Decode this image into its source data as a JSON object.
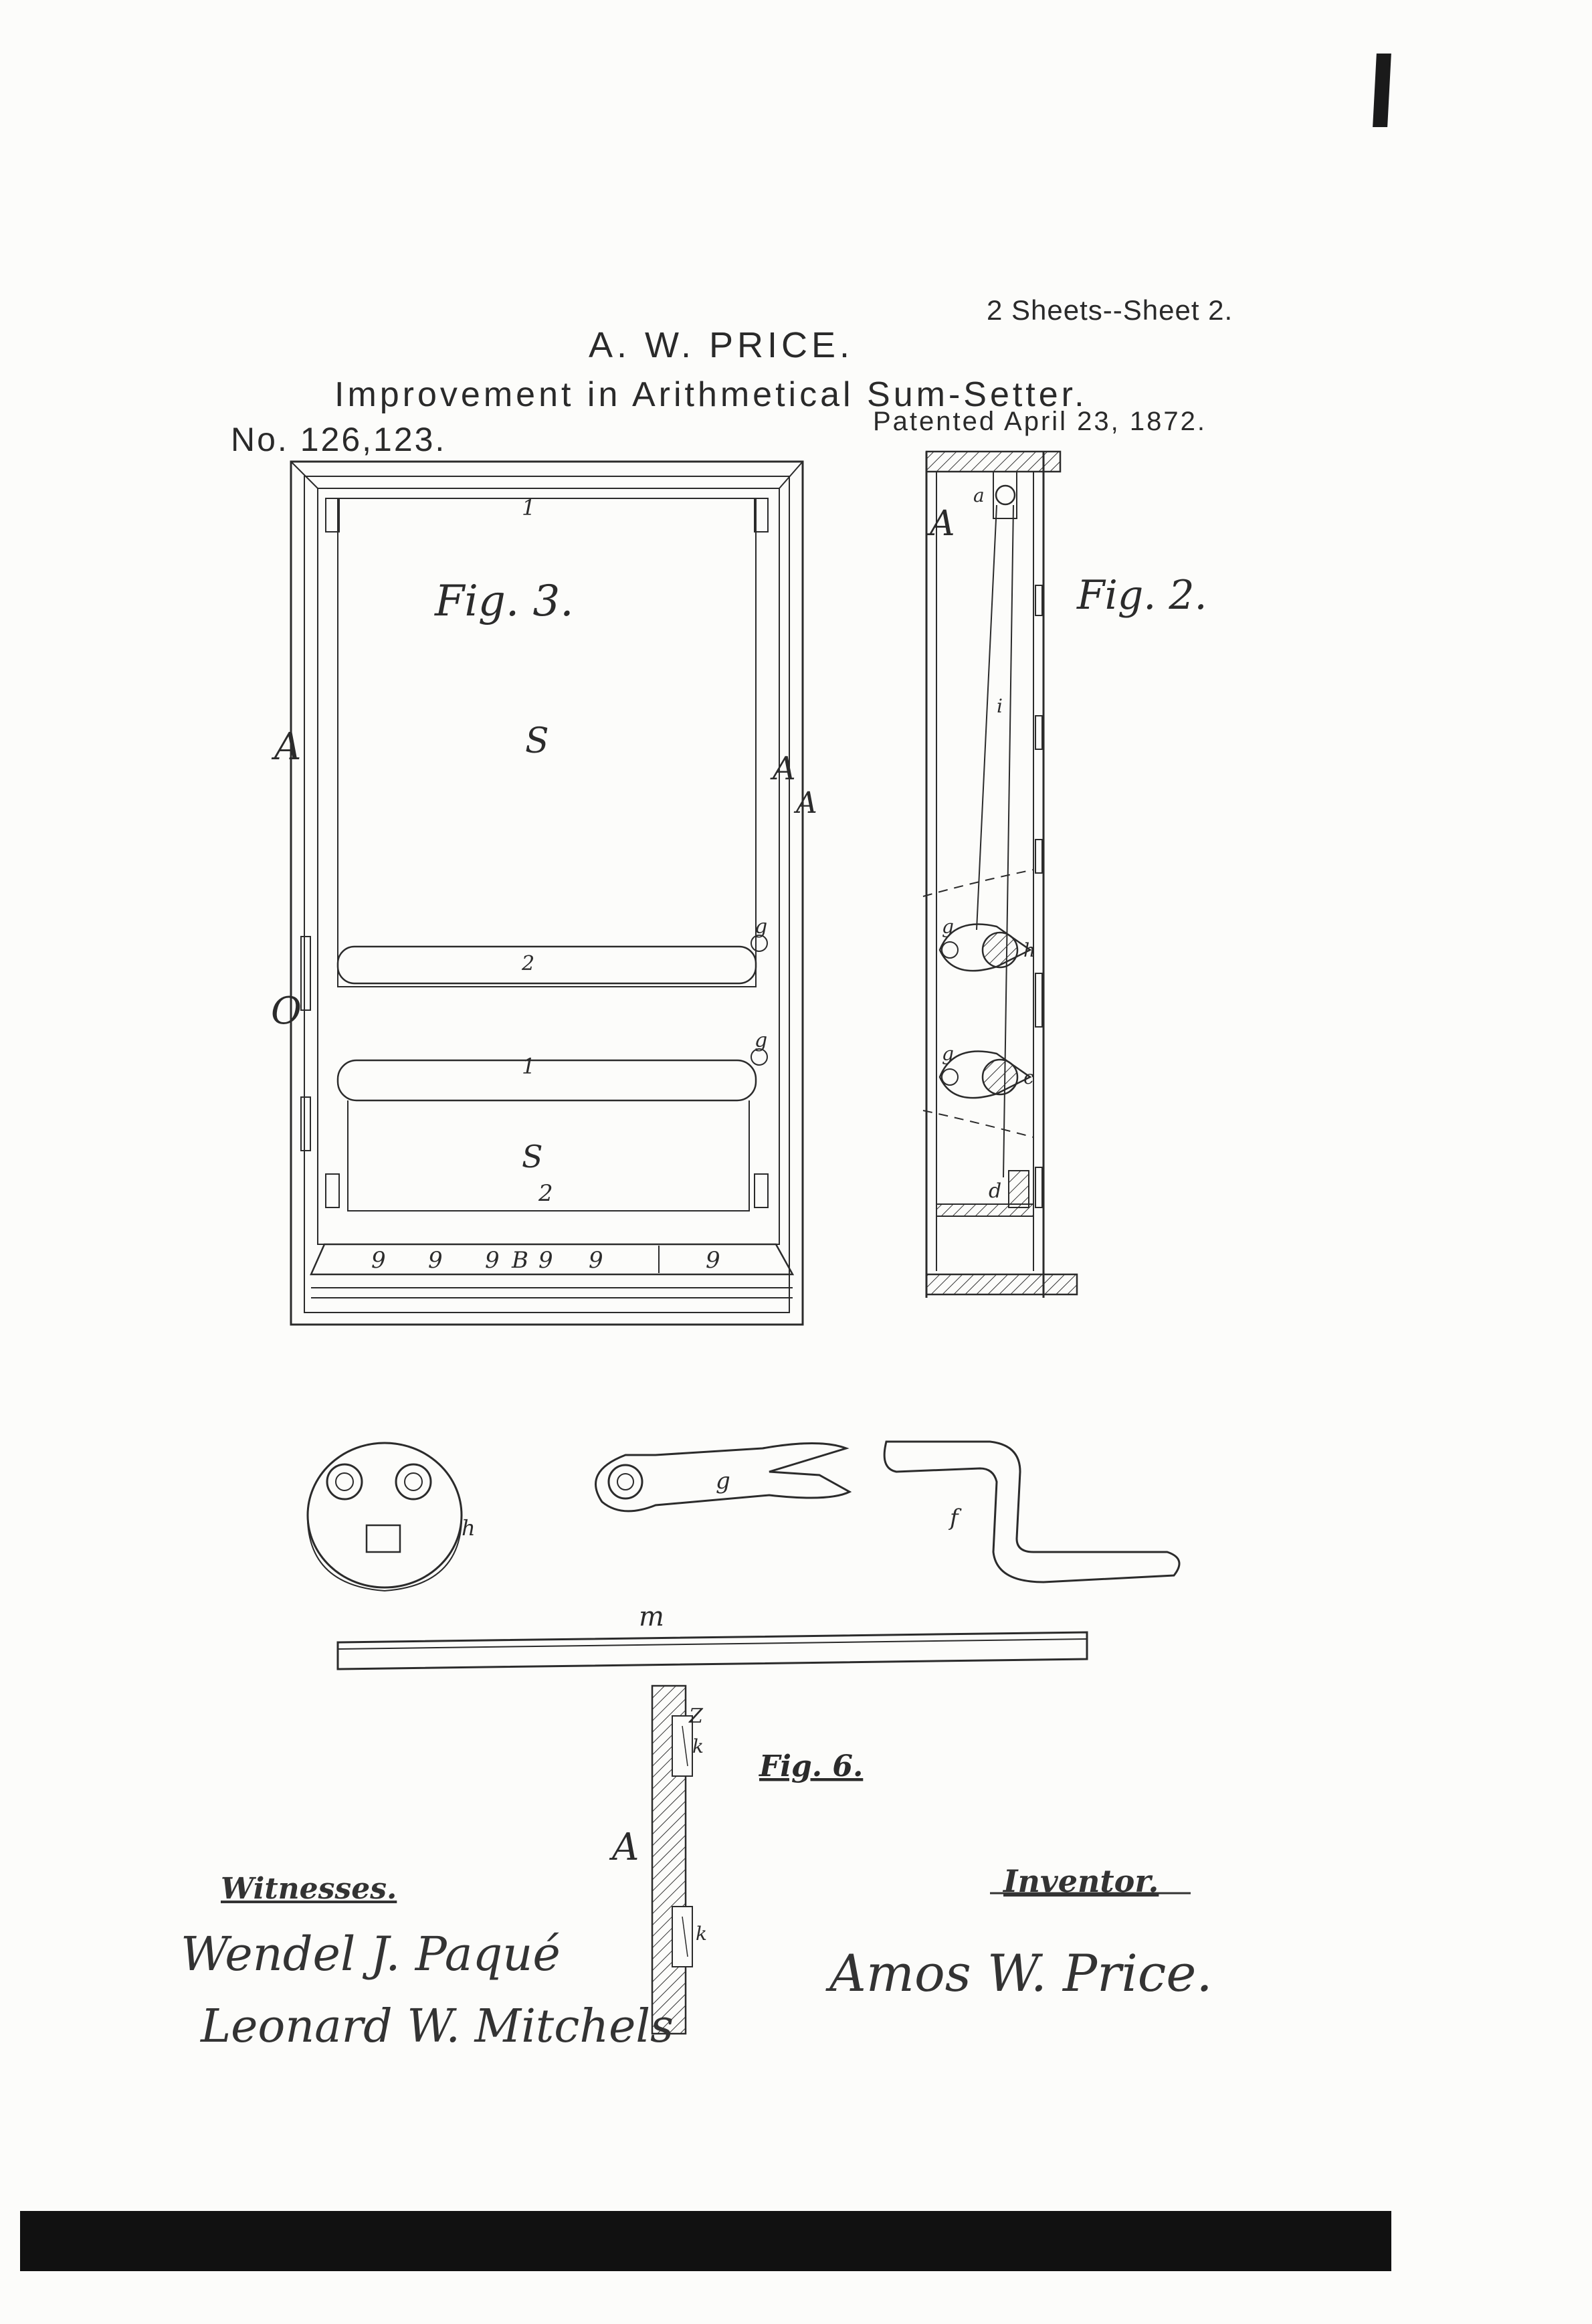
{
  "header": {
    "sheets": "2 Sheets--Sheet 2.",
    "inventor": "A. W. PRICE.",
    "title": "Improvement in Arithmetical Sum-Setter.",
    "patent_number": "No. 126,123.",
    "patent_date": "Patented April 23, 1872."
  },
  "figures": {
    "fig3": "Fig. 3.",
    "fig2": "Fig. 2.",
    "fig6": "Fig. 6."
  },
  "labels": {
    "one_top": "1",
    "S_upper": "S",
    "A_left": "A",
    "A_right": "A",
    "A_right_outer": "A",
    "O": "O",
    "two_mid": "2",
    "one_mid": "1",
    "S_lower": "S",
    "two_bottom": "2",
    "g_upper": "g",
    "g_lower": "g",
    "B": "B",
    "nines": [
      "9",
      "9",
      "9",
      "9",
      "9",
      "9"
    ],
    "fig2_A": "A",
    "fig2_a": "a",
    "fig2_i": "i",
    "fig2_g1": "g",
    "fig2_h": "h",
    "fig2_g2": "g",
    "fig2_d": "d",
    "fig2_c": "c",
    "h_part": "h",
    "g_part": "g",
    "f_part": "f",
    "m_part": "m",
    "fig6_Z": "Z",
    "fig6_k1": "k",
    "fig6_k2": "k",
    "fig6_A": "A"
  },
  "signatures": {
    "witnesses_label": "Witnesses.",
    "witness_1": "Wendel J. Paqué",
    "witness_2": "Leonard W. Mitchels",
    "inventor_label": "Inventor.",
    "inventor_signature": "Amos W. Price."
  }
}
